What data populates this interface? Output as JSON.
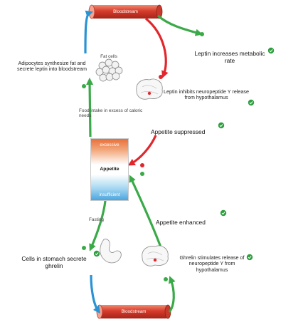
{
  "vessels": {
    "top_label": "Bloodstream",
    "bottom_label": "Bloodstream"
  },
  "appetite_box": {
    "top": "excessive",
    "middle": "Appetite",
    "bottom": "insufficient"
  },
  "labels": {
    "fat_cells": "Fat cells",
    "adipocytes": "Adipocytes synthesize fat and secrete leptin into bloodstream",
    "food_intake": "Food intake in excess of caloric needs",
    "leptin_increases": "Leptin increases metabolic rate",
    "leptin_inhibits": "Leptin inhibits neuropeptide Y release from hypothalamus",
    "appetite_suppressed": "Appetite suppressed",
    "fasting": "Fasting",
    "appetite_enhanced": "Appetite enhanced",
    "stomach_cells": "Cells in stomach secrete ghrelin",
    "ghrelin_stimulates": "Ghrelin stimulates release of neuropeptide Y from hypothalamus"
  },
  "colors": {
    "green": "#3aaa48",
    "red": "#e1262c",
    "blue": "#2a93d3",
    "vessel": "#d94a3a",
    "check": "#2e9e3f"
  },
  "icons": [
    "blood-vessel",
    "fat-cells",
    "brain",
    "stomach",
    "check-mark",
    "marker-dot"
  ]
}
